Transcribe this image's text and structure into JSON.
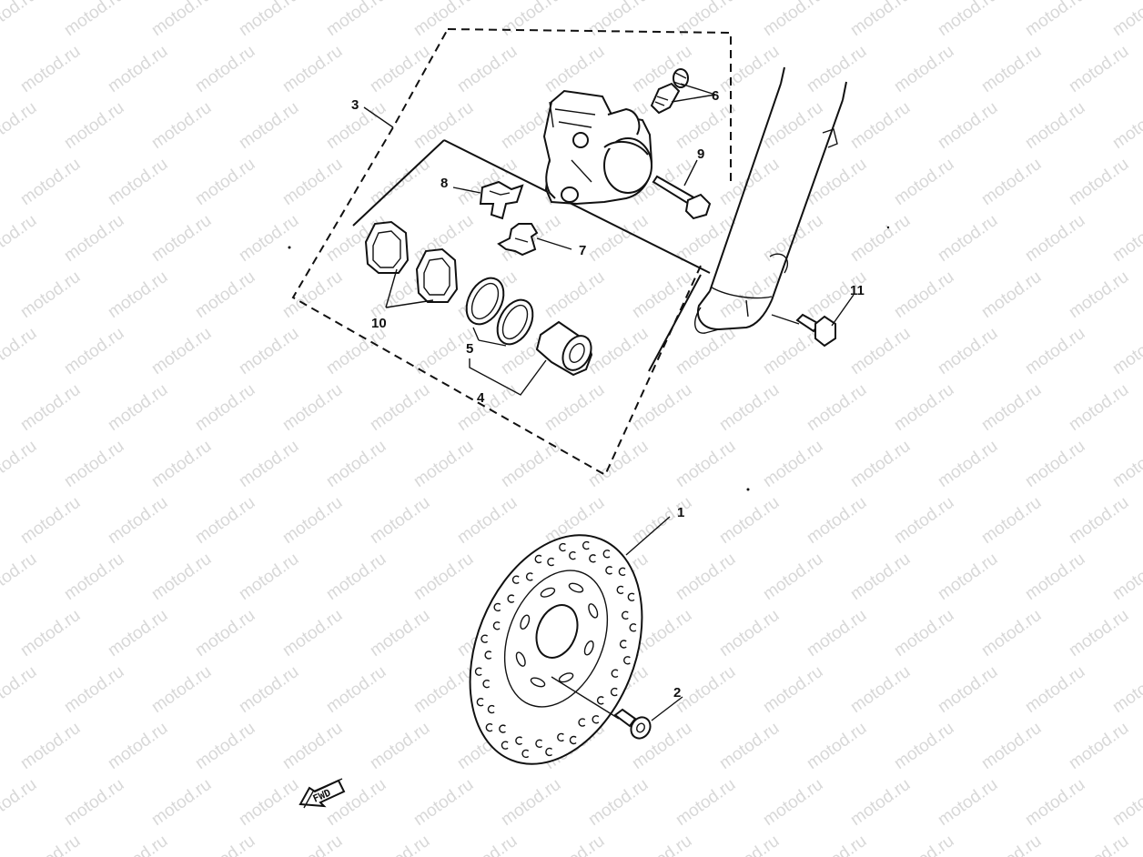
{
  "watermark": "motod.ru",
  "fwd_label": "FWD",
  "callouts": {
    "c1": "1",
    "c2": "2",
    "c3": "3",
    "c4": "4",
    "c5": "5",
    "c6": "6",
    "c7": "7",
    "c8": "8",
    "c9": "9",
    "c10": "10",
    "c11": "11"
  }
}
